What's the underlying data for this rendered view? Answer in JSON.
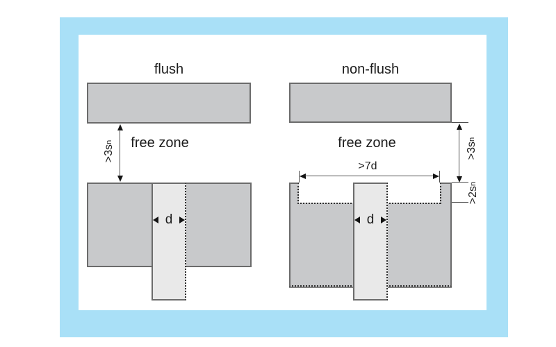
{
  "palette": {
    "frame_blue": "#a9e0f7",
    "metal_gray": "#c8c9cb",
    "sensor_gray": "#e9e9e9",
    "outline_gray": "#6b6b6b",
    "line_dark": "#2f2f2f",
    "text_dark": "#1c1c1c"
  },
  "diagram_left": {
    "title": "flush",
    "free_zone_label": "free zone",
    "clearance_dim_base": ">3s",
    "clearance_dim_sub": "n",
    "diameter_label": "d"
  },
  "diagram_right": {
    "title": "non-flush",
    "free_zone_label": "free zone",
    "clearance_dim_base": ">3s",
    "clearance_dim_sub": "n",
    "recess_width_label": ">7d",
    "recess_depth_base": ">2s",
    "recess_depth_sub": "n",
    "diameter_label": "d"
  }
}
